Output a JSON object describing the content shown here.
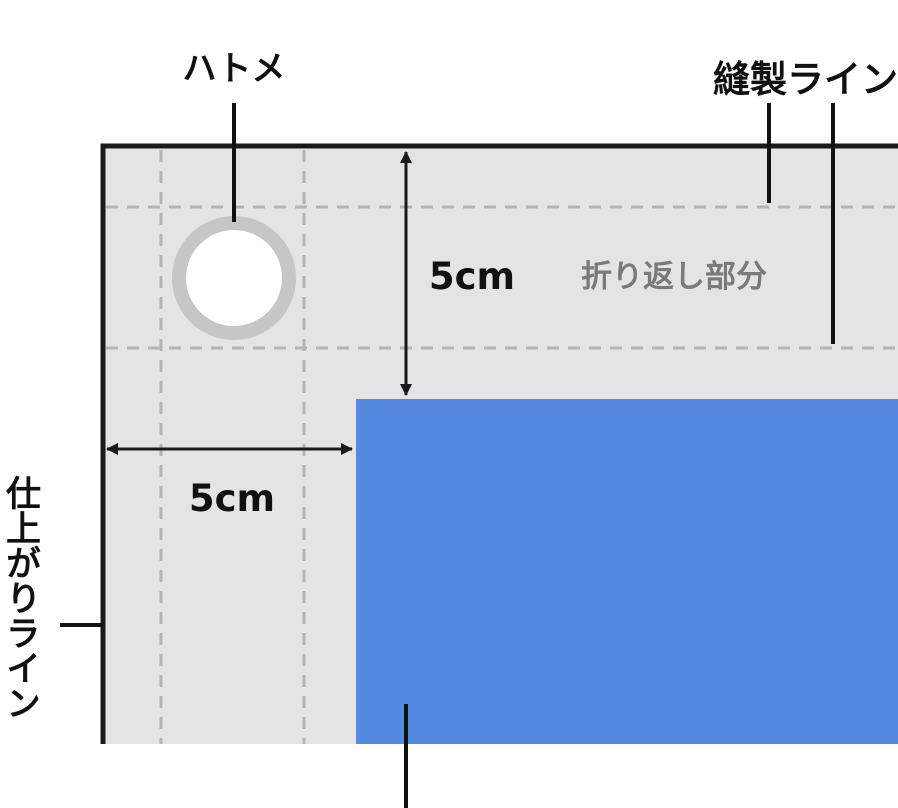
{
  "labels": {
    "grommet": "ハトメ",
    "sewing_line": "縫製ライン",
    "folded_part": "折り返し部分",
    "finished_line": "仕上がりライン",
    "margin_top": "5cm",
    "margin_left": "5cm"
  },
  "colors": {
    "banner_fill": "#e4e4e4",
    "print_area": "#5589df",
    "outline": "#1a1a1a",
    "dashed_line": "#b4b4b4",
    "grommet_ring": "#c6c6c6",
    "grommet_hole": "#ffffff",
    "label_gray": "#7a7a7a"
  }
}
